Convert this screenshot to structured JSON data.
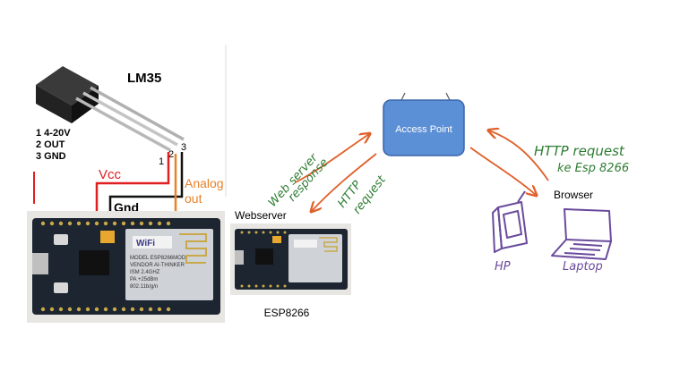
{
  "sensor": {
    "name": "LM35",
    "pins": [
      "1 4-20V",
      "2 OUT",
      "3 GND"
    ],
    "pin_numbers": [
      "1",
      "2",
      "3"
    ],
    "wire_vcc": "Vcc",
    "wire_gnd": "Gnd",
    "wire_analog_line1": "Analog",
    "wire_analog_line2": "out"
  },
  "board_module_text": [
    "MODEL  ESP8266MOD",
    "VENDOR  AI-THINKER",
    "ISM 2.4GHZ",
    "PA +25dBm",
    "802.11b/g/n"
  ],
  "board_chip_text": "WiFi",
  "network": {
    "access_point": "Access Point",
    "webserver_label": "Webserver",
    "esp_label": "ESP8266",
    "browser_label": "Browser",
    "response_line1": "Web server",
    "response_line2": "response",
    "request_line1": "HTTP",
    "request_line2": "request",
    "http_request_line1": "HTTP request",
    "http_request_line2": "ke Esp 8266",
    "hp_label": "HP",
    "laptop_label": "Laptop"
  },
  "colors": {
    "vcc_wire": "#e02020",
    "analog_wire": "#e8822a",
    "ap_box": "#5b8fd6",
    "ap_border": "#3b64a8",
    "handwriting_green": "#2e7d32",
    "arrow_orange": "#e0602a",
    "device_purple": "#6a4a9c",
    "board": "#1c2530"
  }
}
